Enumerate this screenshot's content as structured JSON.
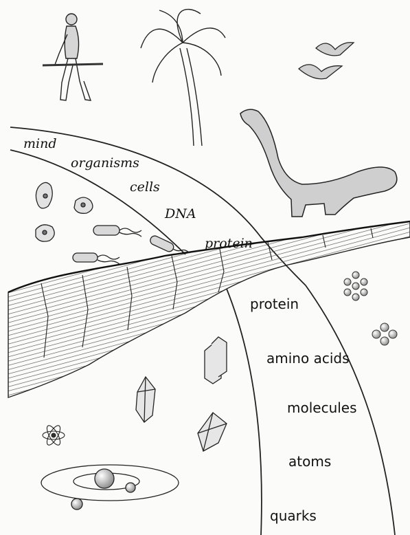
{
  "upper_labels": [
    "mind",
    "organisms",
    "cells",
    "DNA",
    "protein"
  ],
  "lower_labels": [
    "protein",
    "amino acids",
    "molecules",
    "atoms",
    "quarks"
  ],
  "icons": {
    "caveman": "caveman-icon",
    "palm": "palm-tree-icon",
    "birds": "birds-icon",
    "dinosaur": "dinosaur-icon",
    "cells": "cell-icon",
    "bacteria": "bacterium-icon",
    "crystals": "crystal-icon",
    "molecule": "molecule-icon",
    "atom": "atom-icon",
    "orbit": "orbit-system-icon"
  },
  "colors": {
    "ink": "#222222",
    "paper": "#fbfbfa",
    "shade": "#8a8a8a"
  }
}
